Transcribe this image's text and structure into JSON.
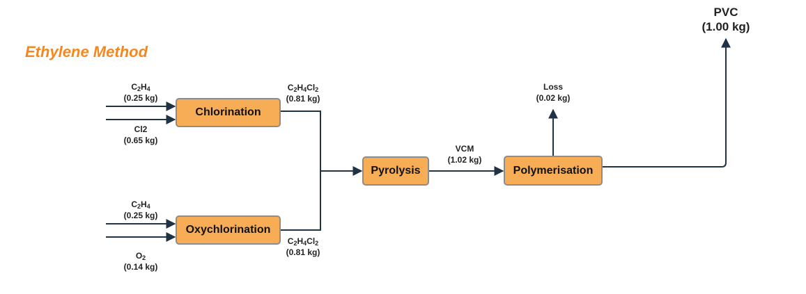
{
  "title": "Ethylene Method",
  "colors": {
    "title": "#f5871f",
    "box_fill": "#f6ad55",
    "box_border": "#8c8c8c",
    "arrow": "#1f3344"
  },
  "processes": {
    "chlorination": "Chlorination",
    "oxychlorination": "Oxychlorination",
    "pyrolysis": "Pyrolysis",
    "polymerisation": "Polymerisation"
  },
  "streams": {
    "c2h4_in_1": {
      "mass": "(0.25 kg)"
    },
    "cl2_in": {
      "name": "Cl2",
      "mass": "(0.65 kg)"
    },
    "c2h4_in_2": {
      "mass": "(0.25 kg)"
    },
    "o2_in": {
      "mass": "(0.14 kg)"
    },
    "edc_out_1": {
      "mass": "(0.81 kg)"
    },
    "edc_out_2": {
      "mass": "(0.81 kg)"
    },
    "vcm": {
      "name": "VCM",
      "mass": "(1.02 kg)"
    },
    "loss": {
      "name": "Loss",
      "mass": "(0.02 kg)"
    },
    "pvc": {
      "name": "PVC",
      "mass": "(1.00 kg)"
    }
  }
}
